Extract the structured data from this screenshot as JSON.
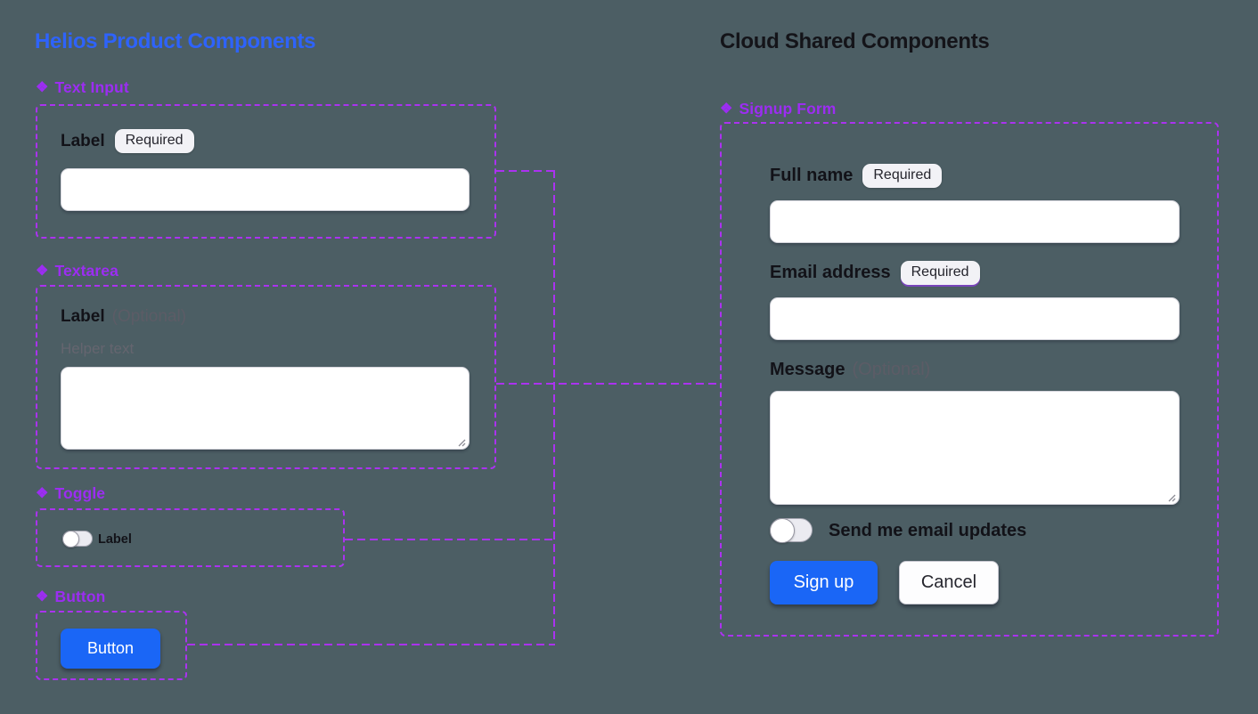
{
  "titles": {
    "left": "Helios Product Components",
    "right": "Cloud Shared Components"
  },
  "colors": {
    "background": "#4c5e64",
    "frame_purple": "#ab32f0",
    "label_purple": "#9c2df2",
    "title_blue": "#2e63fb",
    "title_dark": "#141419",
    "button_blue": "#1a66f6"
  },
  "icons": {
    "component": "❖"
  },
  "text_input": {
    "name": "Text Input",
    "label": "Label",
    "badge": "Required",
    "value": ""
  },
  "textarea": {
    "name": "Textarea",
    "label": "Label",
    "optional": "(Optional)",
    "helper": "Helper text",
    "value": ""
  },
  "toggle": {
    "name": "Toggle",
    "label": "Label",
    "state": "off"
  },
  "button": {
    "name": "Button",
    "label": "Button"
  },
  "signup_form": {
    "name": "Signup Form",
    "fields": {
      "full_name": {
        "label": "Full name",
        "badge": "Required",
        "value": ""
      },
      "email": {
        "label": "Email address",
        "badge": "Required",
        "value": ""
      },
      "message": {
        "label": "Message",
        "optional": "(Optional)",
        "value": ""
      }
    },
    "toggle_label": "Send me email updates",
    "toggle_state": "off",
    "submit": "Sign up",
    "cancel": "Cancel"
  }
}
